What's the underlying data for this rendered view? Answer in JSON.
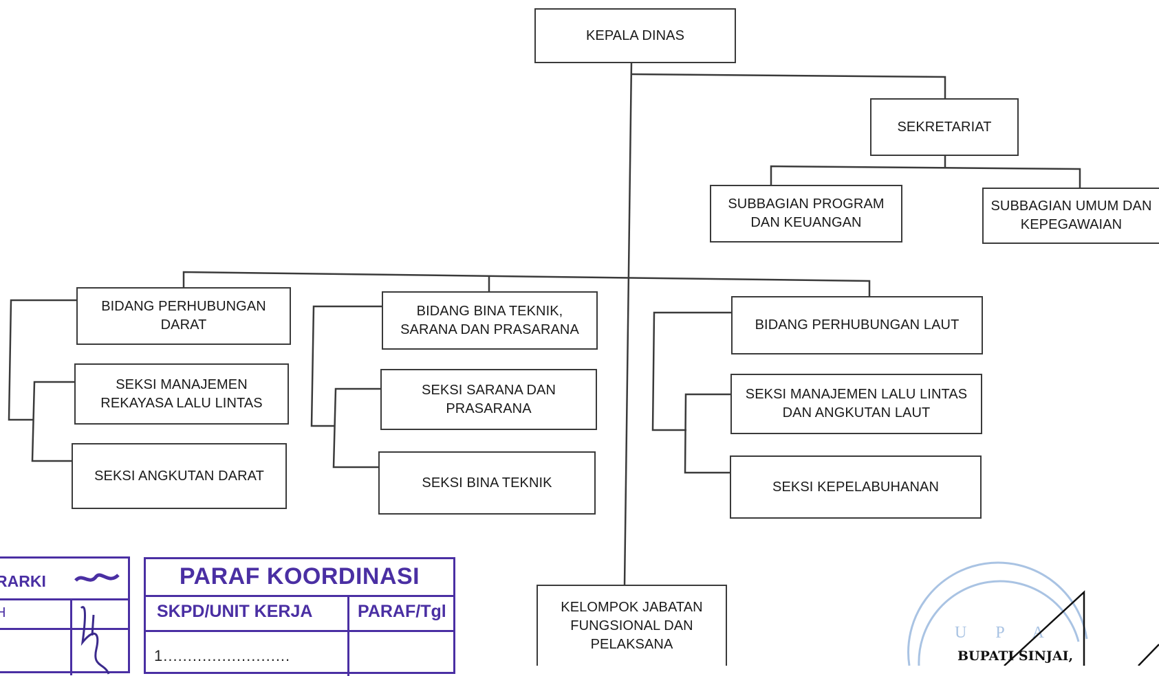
{
  "org_chart": {
    "head": "KEPALA DINAS",
    "secretariat": {
      "label": "SEKRETARIAT",
      "subunits": [
        "SUBBAGIAN PROGRAM\nDAN KEUANGAN",
        "SUBBAGIAN UMUM DAN\nKEPEGAWAIAN"
      ]
    },
    "divisions": [
      {
        "label": "BIDANG PERHUBUNGAN\nDARAT",
        "sections": [
          "SEKSI MANAJEMEN\nREKAYASA LALU LINTAS",
          "SEKSI ANGKUTAN DARAT"
        ]
      },
      {
        "label": "BIDANG BINA TEKNIK,\nSARANA DAN PRASARANA",
        "sections": [
          "SEKSI SARANA DAN\nPRASARANA",
          "SEKSI BINA TEKNIK"
        ]
      },
      {
        "label": "BIDANG PERHUBUNGAN LAUT",
        "sections": [
          "SEKSI MANAJEMEN LALU LINTAS\nDAN ANGKUTAN LAUT",
          "SEKSI KEPELABUHANAN"
        ]
      }
    ],
    "functional_group": "KELOMPOK JABATAN\nFUNGSIONAL DAN\nPELAKSANA"
  },
  "stamps": {
    "hierarchy": {
      "title_fragment": "RARKI",
      "row_fragment": "H"
    },
    "coordination": {
      "title": "PARAF KOORDINASI",
      "col_unit": "SKPD/UNIT KERJA",
      "col_paraf": "PARAF/Tgl",
      "row1": "1.........................."
    },
    "ink_color": "#4a2fa3",
    "seal_fragment": "U P A"
  },
  "signature": {
    "title": "BUPATI SINJAI,"
  },
  "colors": {
    "line": "#3a3a3a",
    "stamp_ink": "#4a2fa3",
    "seal": "#a9c3e3"
  }
}
